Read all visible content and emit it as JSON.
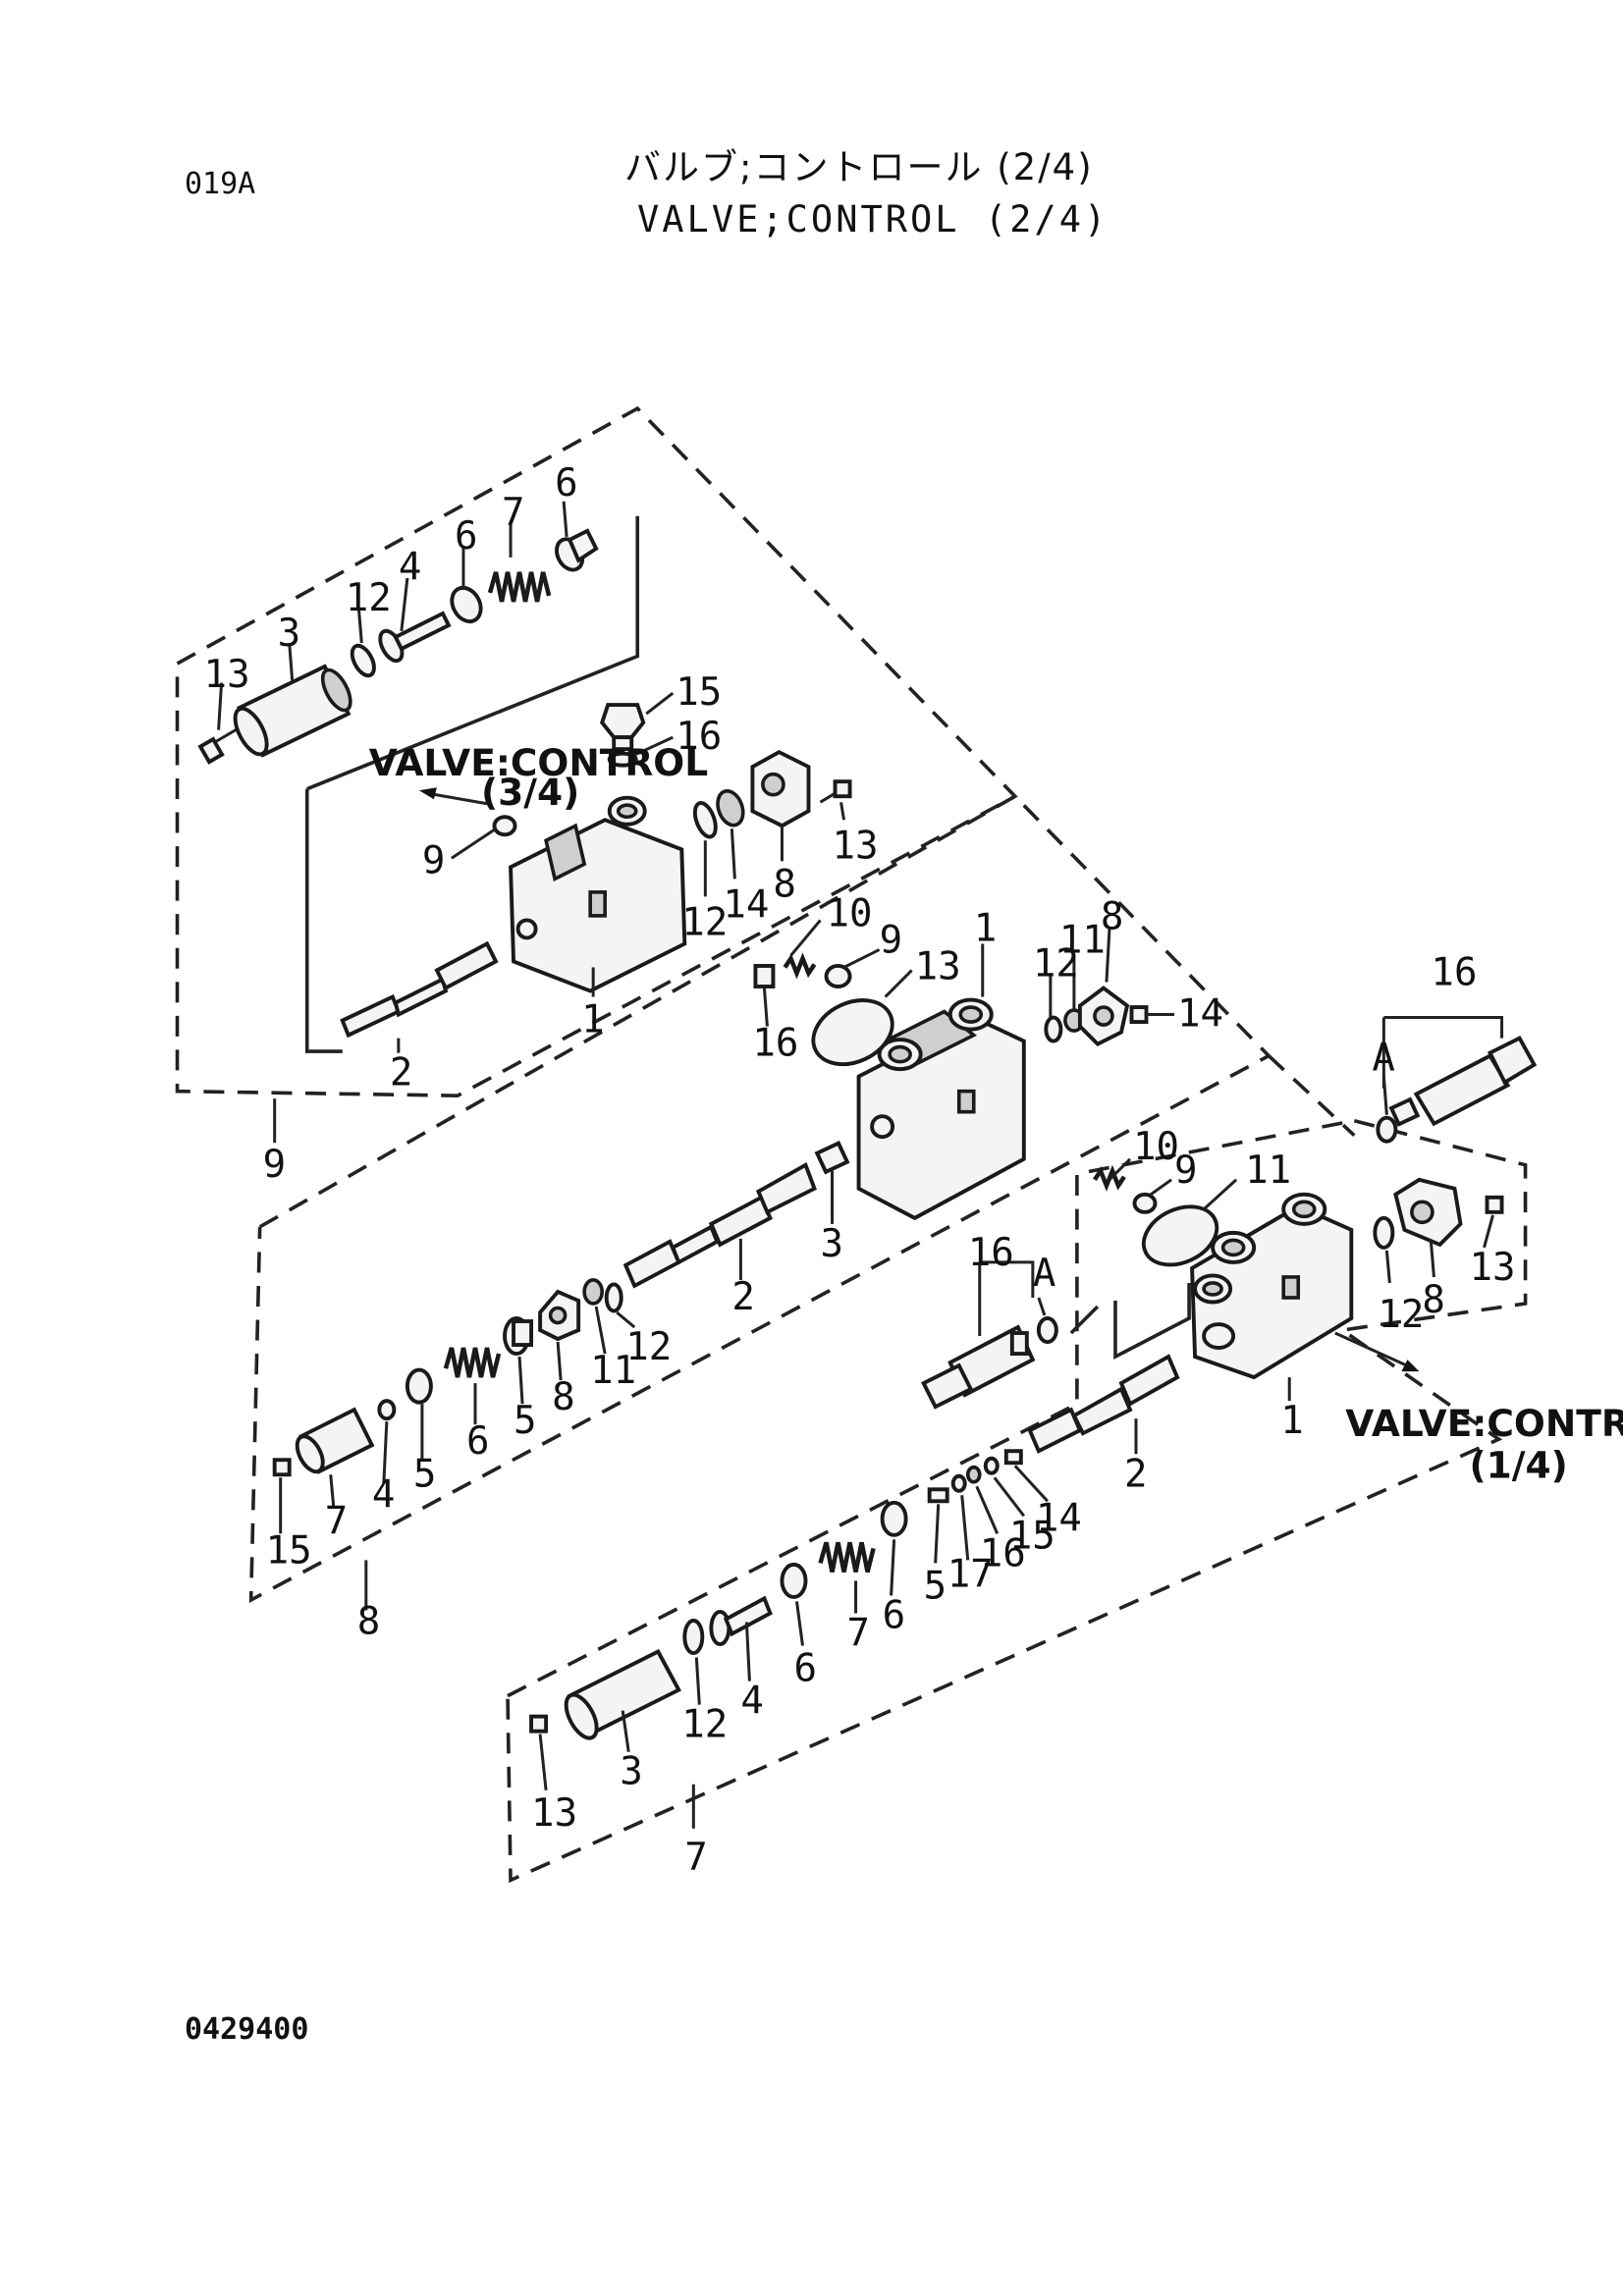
{
  "header": {
    "page_code": "019A",
    "title_jp": "バルブ;コントロール (2/4)",
    "title_en": "VALVE;CONTROL (2/4)"
  },
  "footer": {
    "drawing_number": "0429400"
  },
  "diagram": {
    "groups": [
      {
        "label": "9"
      },
      {
        "label": "8"
      },
      {
        "label": "7"
      }
    ],
    "references": [
      {
        "line1": "VALVE:CONTROL",
        "line2": "(3/4)"
      },
      {
        "line1": "VALVE:CONTROL",
        "line2": "(1/4)"
      }
    ],
    "detail_marks": [
      {
        "label": "A"
      },
      {
        "label": "A"
      }
    ],
    "callouts": {
      "group_9": [
        "13",
        "3",
        "12",
        "4",
        "6",
        "7",
        "6",
        "15",
        "16",
        "9",
        "2",
        "12",
        "14",
        "8",
        "13"
      ],
      "group_8": [
        "10",
        "9",
        "13",
        "1",
        "16",
        "12",
        "11",
        "8",
        "14",
        "3",
        "2",
        "12",
        "11",
        "8",
        "5",
        "6",
        "5",
        "4",
        "7",
        "15"
      ],
      "group_7": [
        "10",
        "9",
        "11",
        "16",
        "12",
        "8",
        "13",
        "16",
        "2",
        "14",
        "15",
        "16",
        "17",
        "5",
        "6",
        "7",
        "6",
        "4",
        "12",
        "3",
        "13"
      ],
      "left_body": "1",
      "right_body": "1"
    }
  }
}
